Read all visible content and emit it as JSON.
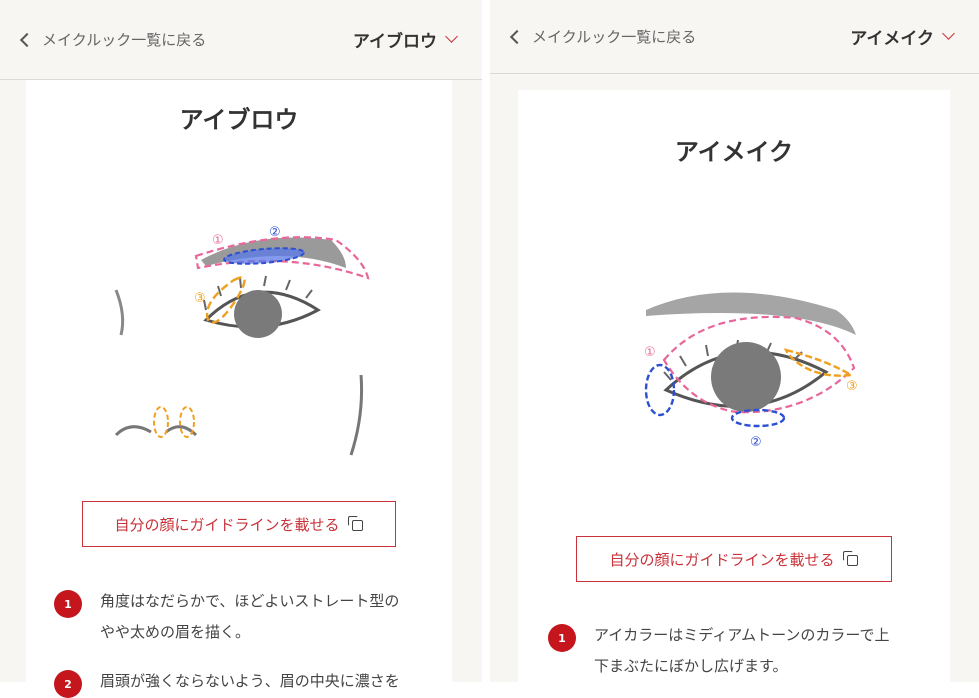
{
  "left": {
    "back_label": "メイクルック一覧に戻る",
    "category": "アイブロウ",
    "title": "アイブロウ",
    "markers": [
      "①",
      "②",
      "③"
    ],
    "guide_button": "自分の顔にガイドラインを載せる",
    "steps": [
      {
        "num": "1",
        "lines": [
          "角度はなだらかで、ほどよいストレート型の",
          "やや太めの眉を描く。"
        ]
      },
      {
        "num": "2",
        "lines": [
          "眉頭が強くならないよう、眉の中央に濃さを"
        ]
      }
    ]
  },
  "right": {
    "back_label": "メイクルック一覧に戻る",
    "category": "アイメイク",
    "title": "アイメイク",
    "markers": [
      "①",
      "②",
      "③"
    ],
    "guide_button": "自分の顔にガイドラインを載せる",
    "steps": [
      {
        "num": "1",
        "lines": [
          "アイカラーはミディアムトーンのカラーで上",
          "下まぶたにぼかし広げます。"
        ]
      }
    ]
  },
  "colors": {
    "accent": "#c8333a",
    "badge": "#c4161c",
    "pink_guide": "#e8679a",
    "blue_guide": "#2d4fd1",
    "orange_guide": "#f0a020"
  }
}
